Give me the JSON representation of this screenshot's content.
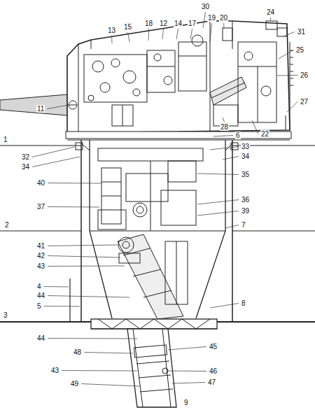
{
  "diagram": {
    "labels": [
      "30",
      "13",
      "15",
      "18",
      "12",
      "14",
      "17",
      "19",
      "20",
      "24",
      "31",
      "25",
      "26",
      "11",
      "27",
      "22",
      "28",
      "6",
      "1",
      "33",
      "32",
      "34",
      "34",
      "35",
      "40",
      "36",
      "37",
      "39",
      "2",
      "7",
      "41",
      "42",
      "43",
      "4",
      "44",
      "5",
      "8",
      "3",
      "44",
      "45",
      "48",
      "46",
      "43",
      "47",
      "49",
      "9"
    ]
  }
}
